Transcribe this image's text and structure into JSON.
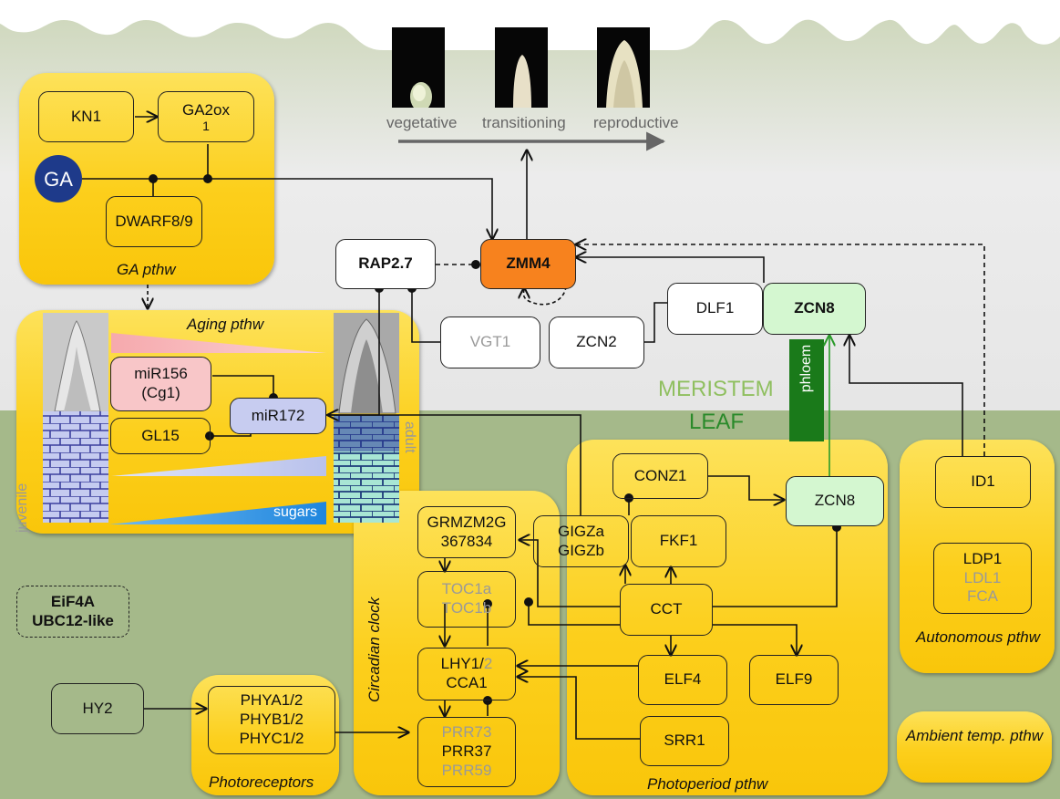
{
  "stages": [
    "vegetative",
    "transitioning",
    "reproductive"
  ],
  "regions": {
    "meristem": "MERISTEM",
    "leaf": "LEAF",
    "phloem": "phloem"
  },
  "pathways": {
    "ga": "GA pthw",
    "aging": "Aging pthw",
    "circadian": "Circadian clock",
    "photoperiod": "Photoperiod pthw",
    "photoreceptors": "Photoreceptors",
    "autonomous": "Autonomous pthw",
    "ambient": "Ambient temp. pthw"
  },
  "aging_labels": {
    "juvenile": "juvenile",
    "adult": "adult",
    "sugars": "sugars"
  },
  "genes": {
    "kn1": "KN1",
    "ga2ox": "GA2ox",
    "ga2ox_sub": "1",
    "ga": "GA",
    "dwarf": "DWARF8/9",
    "rap": "RAP2.7",
    "zmm4": "ZMM4",
    "vgt1": "VGT1",
    "zcn2": "ZCN2",
    "dlf1": "DLF1",
    "zcn8_meristem": "ZCN8",
    "mir156": "miR156",
    "cg1": "(Cg1)",
    "mir172": "miR172",
    "gl15": "GL15",
    "conz1": "CONZ1",
    "zcn8_leaf": "ZCN8",
    "grmzm_1": "GRMZM2G",
    "grmzm_2": "367834",
    "gigza": "GIGZa",
    "gigzb": "GIGZb",
    "fkf1": "FKF1",
    "toc1a": "TOC1a",
    "toc1b": "TOC1b",
    "cct": "CCT",
    "lhy_a": "LHY1/",
    "lhy_b": "2",
    "cca1": "CCA1",
    "elf4": "ELF4",
    "elf9": "ELF9",
    "srr1": "SRR1",
    "prr73": "PRR73",
    "prr37": "PRR37",
    "prr59": "PRR59",
    "phya": "PHYA1/2",
    "phyb": "PHYB1/2",
    "phyc": "PHYC1/2",
    "hy2": "HY2",
    "eif4a": "EiF4A",
    "ubc12": "UBC12-like",
    "id1": "ID1",
    "ldp1": "LDP1",
    "ldl1": "LDL1",
    "fca": "FCA"
  },
  "colors": {
    "leaf_bg": "#a5b98a",
    "meristem_bg": "#e8e8e8",
    "panel": "#fcd12a",
    "zmm4": "#f7821e",
    "zcn8": "#d4f7d0",
    "mir156": "#f8c6c8",
    "mir172": "#c7ccf0",
    "ga_circle": "#1e3a8a",
    "phloem": "#1a7a1a",
    "meristem_text": "#8fbf5f",
    "leaf_text": "#2a8a2a",
    "sugars": "#2a8ee0"
  }
}
